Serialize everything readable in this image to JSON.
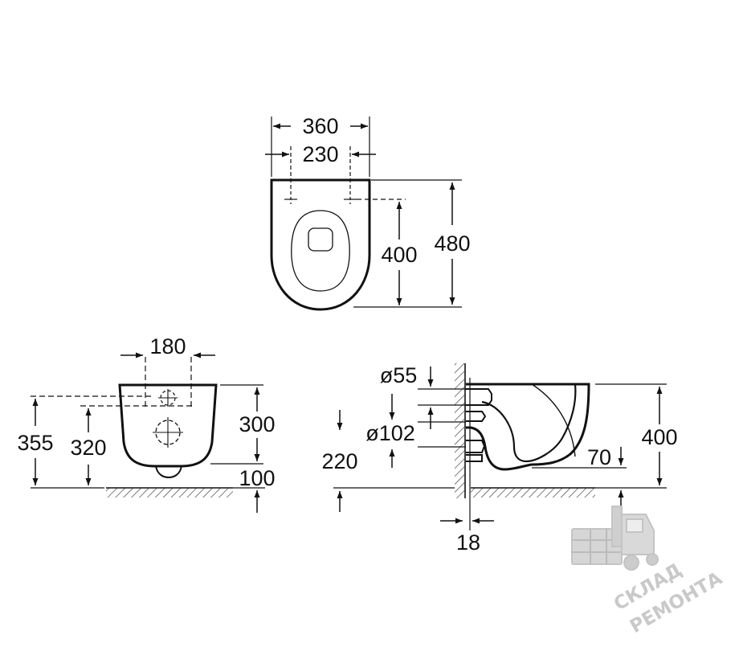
{
  "top_view": {
    "dim_width_outer": "360",
    "dim_width_inner": "230",
    "dim_bolt_distance": "400",
    "dim_length": "480"
  },
  "front_view": {
    "dim_spacing": "180",
    "dim_height_total": "355",
    "dim_height_inlet": "320",
    "dim_height_body": "300",
    "dim_height_outlet": "100"
  },
  "side_view": {
    "dim_inlet_diameter": "ø55",
    "dim_outlet_diameter": "ø102",
    "dim_outlet_height": "220",
    "dim_wall_gap": "18",
    "dim_rim_offset": "70",
    "dim_height": "400"
  },
  "watermark": {
    "line1": "СКЛАД",
    "line2": "РЕМОНТА",
    "logo_icon": "forklift-icon"
  },
  "colors": {
    "line": "#111111",
    "watermark": "#c9c9c9"
  }
}
